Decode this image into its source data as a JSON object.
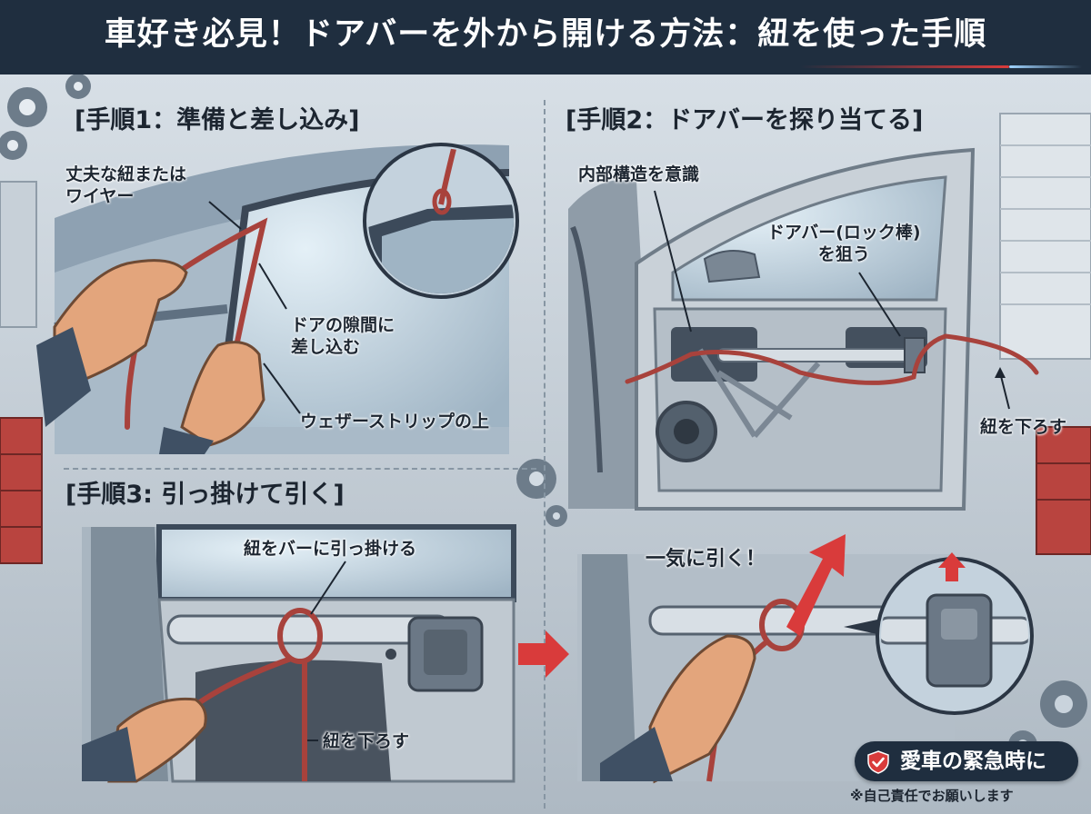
{
  "header": {
    "title": "車好き必見！ドアバーを外から開ける方法：紐を使った手順"
  },
  "step1": {
    "title": "[手順1：準備と差し込み]",
    "label_string": "丈夫な紐または\nワイヤー",
    "label_gap": "ドアの隙間に\n差し込む",
    "label_strip": "ウェザーストリップの上"
  },
  "step2": {
    "title": "[手順2：ドアバーを探り当てる]",
    "label_structure": "内部構造を意識",
    "label_bar": "ドアバー(ロック棒)\nを狙う",
    "label_lower": "紐を下ろす"
  },
  "step3": {
    "title": "[手順3: 引っ掛けて引く]",
    "label_hook": "紐をバーに引っ掛ける",
    "label_lower": "紐を下ろす",
    "label_pull": "一気に引く！"
  },
  "badge": {
    "text": "愛車の緊急時に",
    "icon": "shield-check-icon",
    "color": "#d93b3b"
  },
  "disclaimer": "※自己責任でお願いします",
  "colors": {
    "header_bg": "#1f2e3f",
    "accent_red": "#d93b3b",
    "string": "#a8423c",
    "panel_dark": "#3c4a5a"
  }
}
